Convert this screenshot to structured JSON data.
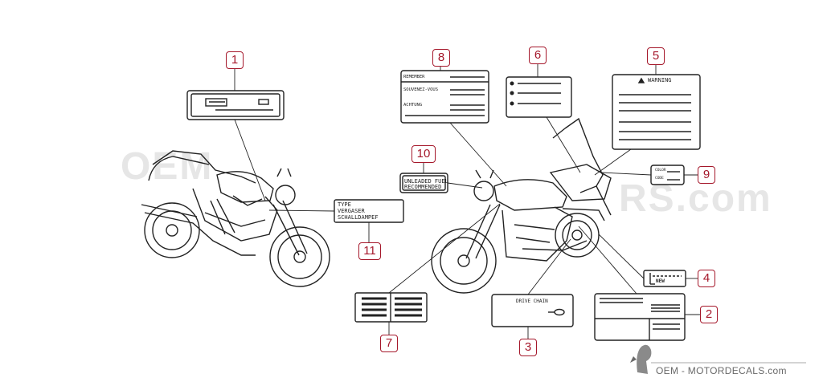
{
  "watermark": {
    "left_text": "OEM",
    "right_text": "RS.com"
  },
  "credit": "OEM - MOTORDECALS.com",
  "callouts": [
    "1",
    "2",
    "3",
    "4",
    "5",
    "6",
    "7",
    "8",
    "9",
    "10",
    "11"
  ],
  "labels": {
    "fuel_line1": "UNLEADED FUEL",
    "fuel_line2": "RECOMMENDED",
    "type_line1": "TYPE",
    "type_line2": "VERGASER",
    "type_line3": "SCHALLDAMPEF",
    "warning": "WARNING",
    "drive_chain": "DRIVE CHAIN",
    "remember": "REMEMBER",
    "souvenez": "SOUVENEZ-VOUS",
    "achtung": "ACHTUNG",
    "color": "COLOR",
    "code": "CODE",
    "new": "NEW"
  },
  "colors": {
    "accent": "#a5182b",
    "ink": "#222222",
    "credit": "#6a6a6a"
  }
}
